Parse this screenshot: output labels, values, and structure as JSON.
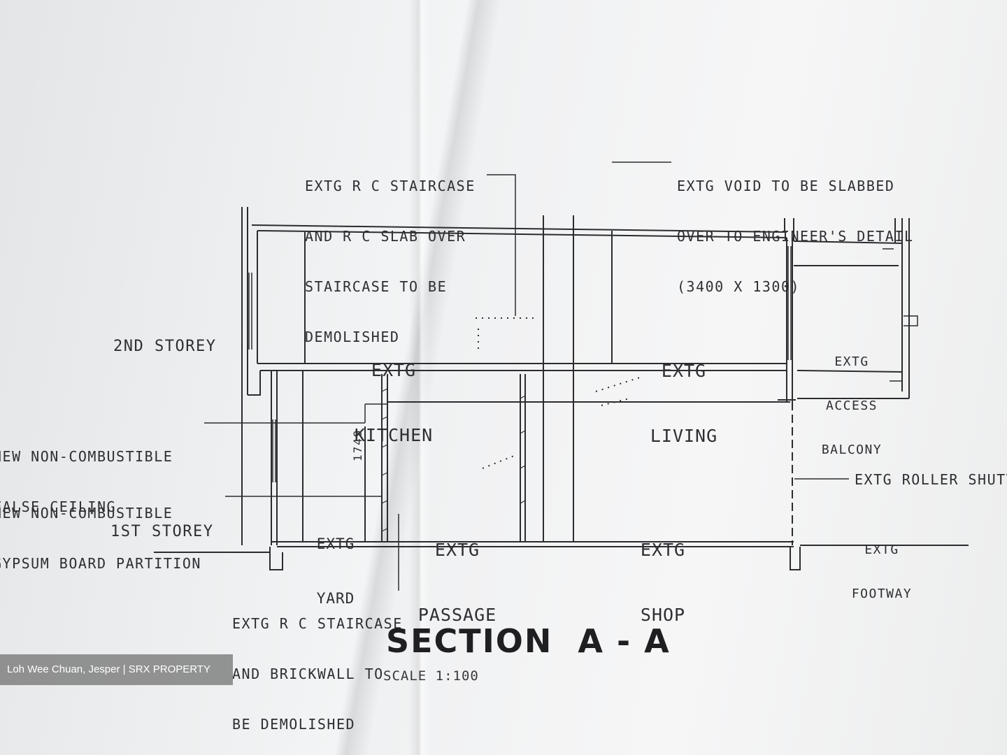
{
  "notes": {
    "staircase_top": [
      "EXTG R C STAIRCASE",
      "AND R C SLAB OVER",
      "STAIRCASE TO BE",
      "DEMOLISHED"
    ],
    "void": [
      "EXTG VOID TO BE SLABBED",
      "OVER TO ENGINEER'S DETAIL",
      "(3400 X 1300)"
    ],
    "false_ceiling": [
      "NEW NON-COMBUSTIBLE",
      "FALSE CEILING"
    ],
    "partition": [
      "NEW NON-COMBUSTIBLE",
      "GYPSUM BOARD PARTITION"
    ],
    "roller_shutter": "EXTG ROLLER SHUTTER",
    "staircase_bottom": [
      "EXTG R C STAIRCASE",
      "AND BRICKWALL TO",
      "BE DEMOLISHED"
    ]
  },
  "storeys": {
    "second": "2ND STOREY",
    "first": "1ST STOREY"
  },
  "rooms": {
    "kitchen": [
      "EXTG",
      "KITCHEN"
    ],
    "living": [
      "EXTG",
      "LIVING"
    ],
    "balcony": [
      "EXTG",
      "ACCESS",
      "BALCONY"
    ],
    "yard": [
      "EXTG",
      "YARD"
    ],
    "passage": [
      "EXTG",
      "PASSAGE"
    ],
    "shop": [
      "EXTG",
      "SHOP"
    ],
    "footway": [
      "EXTG",
      "FOOTWAY"
    ]
  },
  "dimension": "1749",
  "title": "SECTION  A - A",
  "scale": "SCALE 1:100",
  "credit": "Loh Wee Chuan, Jesper | SRX PROPERTY"
}
